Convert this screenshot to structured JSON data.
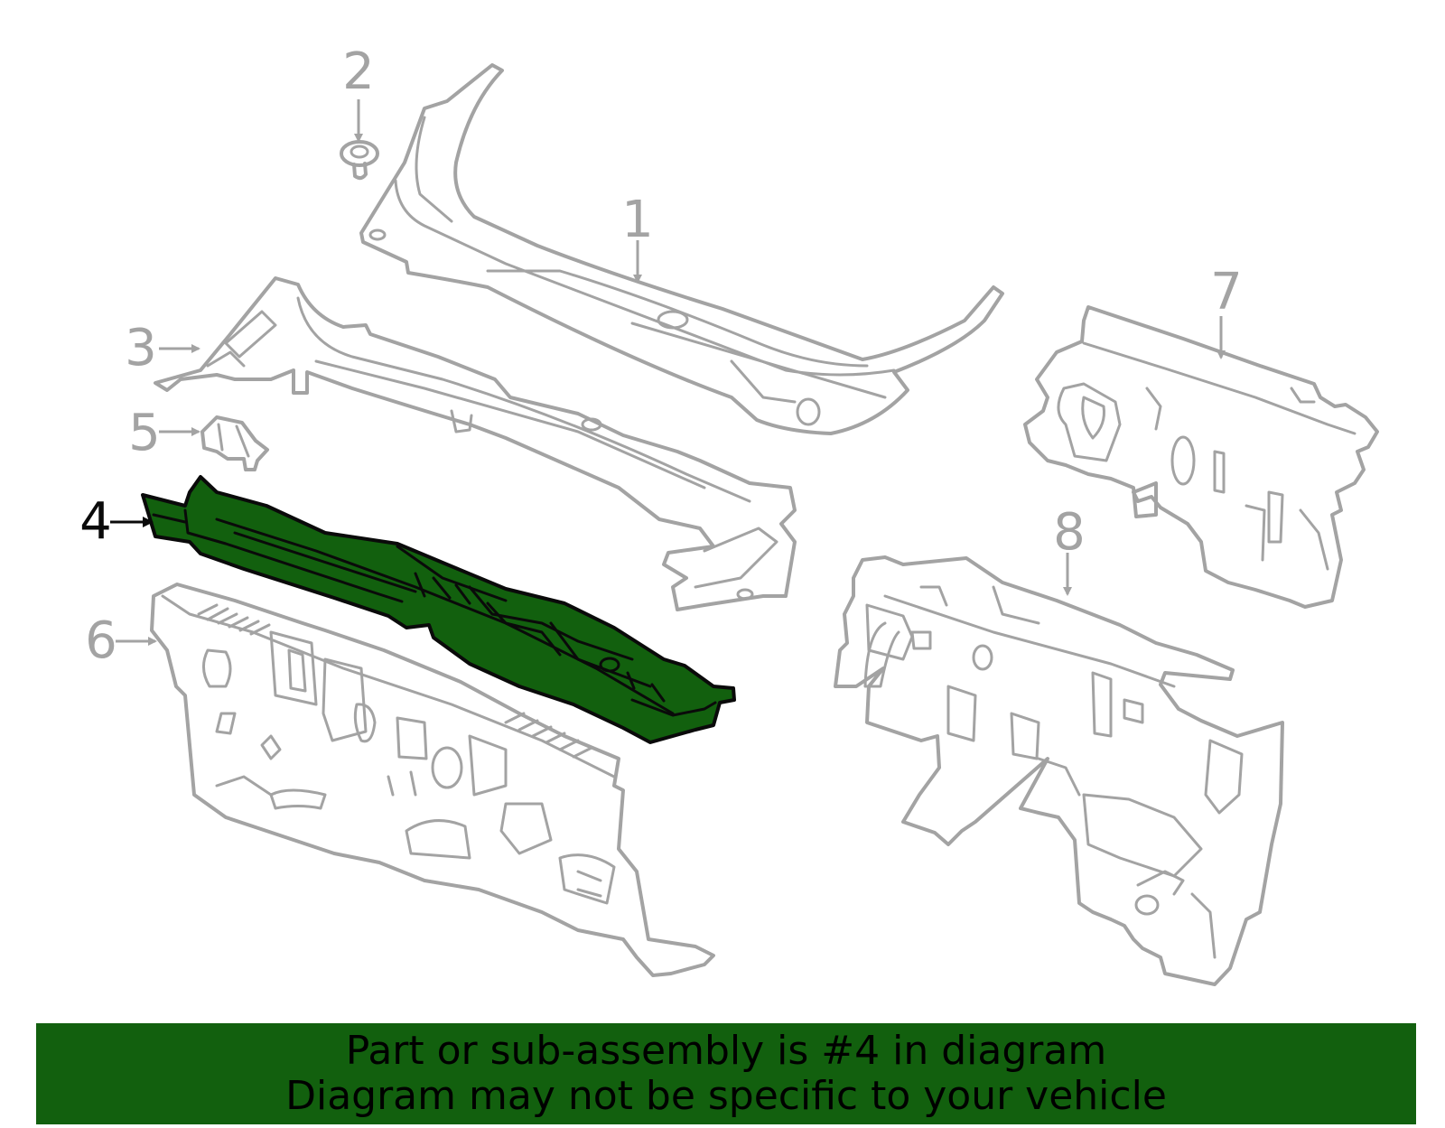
{
  "diagram": {
    "highlighted_part": "4",
    "colors": {
      "line": "#a3a3a3",
      "highlight_fill": "#12600e",
      "highlight_stroke": "#0a0a0a",
      "banner": "#12600e",
      "banner_text": "#000000"
    },
    "callouts": [
      {
        "id": "1",
        "label": "1",
        "highlighted": false
      },
      {
        "id": "2",
        "label": "2",
        "highlighted": false
      },
      {
        "id": "3",
        "label": "3",
        "highlighted": false
      },
      {
        "id": "4",
        "label": "4",
        "highlighted": true
      },
      {
        "id": "5",
        "label": "5",
        "highlighted": false
      },
      {
        "id": "6",
        "label": "6",
        "highlighted": false
      },
      {
        "id": "7",
        "label": "7",
        "highlighted": false
      },
      {
        "id": "8",
        "label": "8",
        "highlighted": false
      }
    ]
  },
  "banner": {
    "line1": "Part or sub-assembly is #4 in diagram",
    "line2": "Diagram may not be specific to your vehicle"
  }
}
